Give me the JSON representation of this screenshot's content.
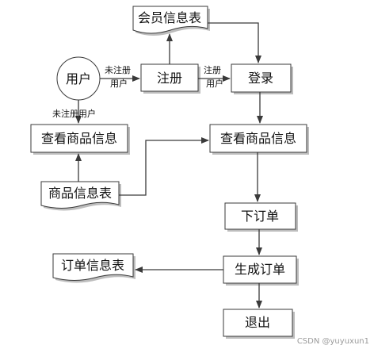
{
  "colors": {
    "line": "#3a3a3a",
    "box_fill": "#ffffff",
    "shadow": "#bdbdbd"
  },
  "nodes": {
    "member_table": "会员信息表",
    "user": "用户",
    "register": "注册",
    "login": "登录",
    "view_goods_left": "查看商品信息",
    "view_goods_right": "查看商品信息",
    "goods_table": "商品信息表",
    "place_order": "下订单",
    "generate_order": "生成订单",
    "order_table": "订单信息表",
    "logout": "退出"
  },
  "edge_labels": {
    "user_to_register_1": "未注册",
    "user_to_register_2": "用户",
    "register_to_login_1": "注册",
    "register_to_login_2": "用户",
    "user_to_view": "未注册用户"
  },
  "watermark": "CSDN @yuyuxun1"
}
